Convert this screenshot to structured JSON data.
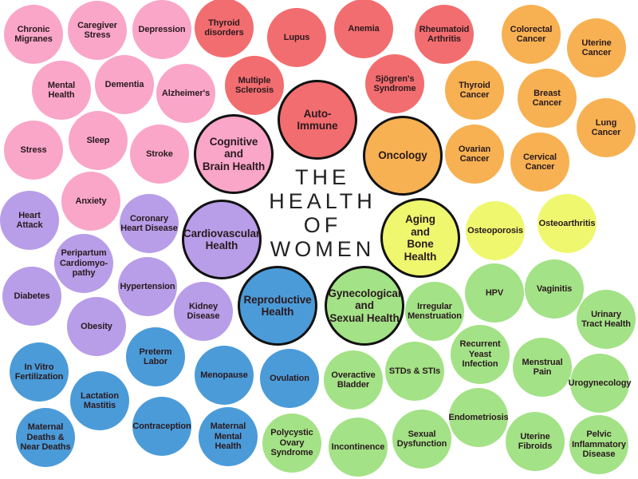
{
  "title_lines": [
    "THE",
    "HEALTH",
    "OF",
    "WOMEN"
  ],
  "categories": [
    {
      "hub": "Cognitive\nand\nBrain Health",
      "color": "#f9a6c9",
      "items": [
        "Chronic\nMigranes",
        "Caregiver\nStress",
        "Depression",
        "Mental\nHealth",
        "Dementia",
        "Alzheimer's",
        "Stress",
        "Sleep",
        "Stroke",
        "Anxiety"
      ]
    },
    {
      "hub": "Auto-\nImmune",
      "color": "#f26d6f",
      "items": [
        "Thyroid\ndisorders",
        "Lupus",
        "Multiple\nSclerosis",
        "Anemia",
        "Rheumatoid\nArthritis",
        "Sjögren's\nSyndrome"
      ]
    },
    {
      "hub": "Oncology",
      "color": "#f7b152",
      "items": [
        "Colorectal\nCancer",
        "Uterine\nCancer",
        "Thyroid\nCancer",
        "Breast\nCancer",
        "Lung\nCancer",
        "Ovarian\nCancer",
        "Cervical\nCancer"
      ]
    },
    {
      "hub": "Aging\nand\nBone\nHealth",
      "color": "#eff76e",
      "items": [
        "Osteoporosis",
        "Osteoarthritis"
      ]
    },
    {
      "hub": "Cardiovascular\nHealth",
      "color": "#b89de8",
      "items": [
        "Heart\nAttack",
        "Coronary\nHeart Disease",
        "Peripartum\nCardiomyo-\npathy",
        "Diabetes",
        "Hypertension",
        "Obesity",
        "Kidney\nDisease"
      ]
    },
    {
      "hub": "Reproductive\nHealth",
      "color": "#4b9bd8",
      "items": [
        "In Vitro\nFertilization",
        "Preterm\nLabor",
        "Lactation\nMastitis",
        "Menopause",
        "Ovulation",
        "Maternal\nDeaths &\nNear Deaths",
        "Contraception",
        "Maternal\nMental\nHealth"
      ]
    },
    {
      "hub": "Gynecological\nand\nSexual Health",
      "color": "#a3e286",
      "items": [
        "Polycystic\nOvary\nSyndrome",
        "Irregular\nMenstruation",
        "HPV",
        "Vaginitis",
        "Urinary\nTract Health",
        "Recurrent\nYeast\nInfection",
        "Menstrual\nPain",
        "Overactive\nBladder",
        "STDs & STIs",
        "Urogynecology",
        "Endometriosis",
        "Incontinence",
        "Sexual\nDysfunction",
        "Uterine\nFibroids",
        "Pelvic\nInflammatory\nDisease"
      ]
    }
  ]
}
